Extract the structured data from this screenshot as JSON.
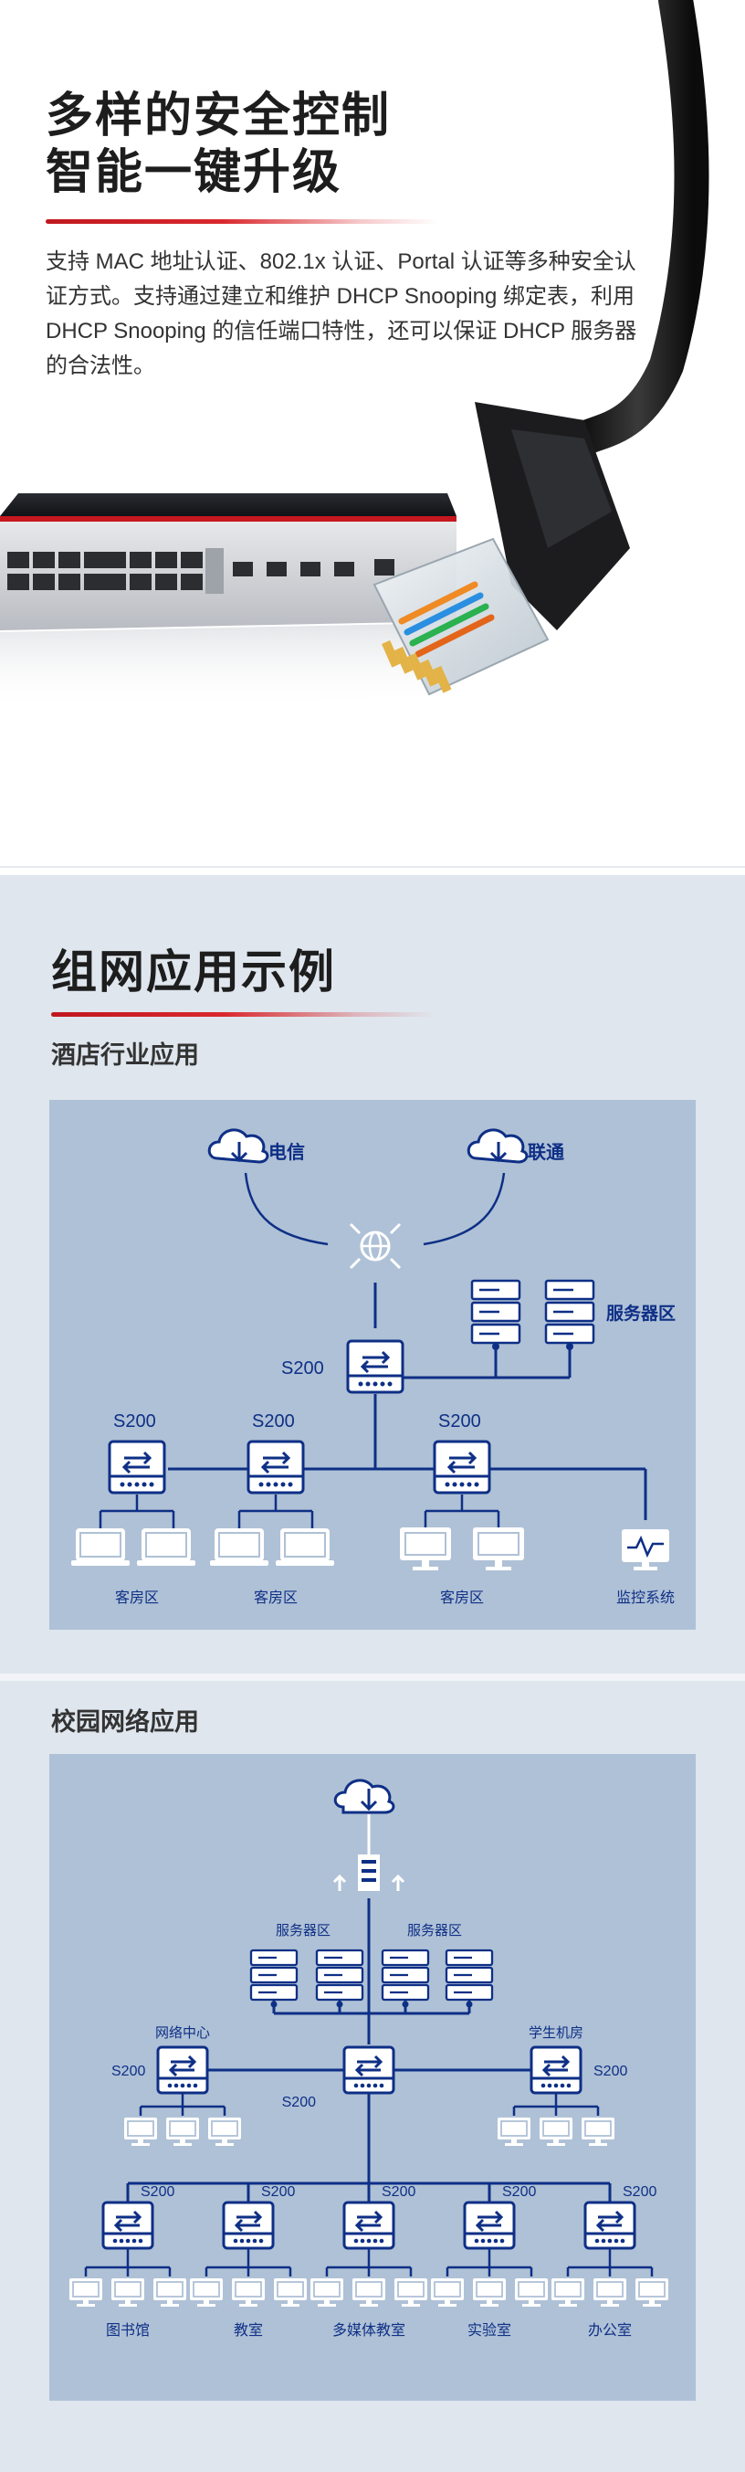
{
  "hero": {
    "title_line1": "多样的安全控制",
    "title_line2": "智能一键升级",
    "description": "支持 MAC 地址认证、802.1x 认证、Portal 认证等多种安全认证方式。支持通过建立和维护 DHCP Snooping 绑定表，利用 DHCP Snooping 的信任端口特性，还可以保证 DHCP 服务器的合法性。"
  },
  "section2": {
    "title": "组网应用示例",
    "hotel": {
      "heading": "酒店行业应用",
      "cloud_left": "电信",
      "cloud_right": "联通",
      "server_zone": "服务器区",
      "core_switch": "S200",
      "access_switches": [
        "S200",
        "S200",
        "S200"
      ],
      "zones": [
        "客房区",
        "客房区",
        "客房区",
        "监控系统"
      ]
    },
    "campus": {
      "heading": "校园网络应用",
      "server_zones": [
        "服务器区",
        "服务器区"
      ],
      "network_center": "网络中心",
      "student_lab": "学生机房",
      "left_switch": "S200",
      "right_switch": "S200",
      "core_switch": "S200",
      "access_switches": [
        "S200",
        "S200",
        "S200",
        "S200",
        "S200"
      ],
      "zones": [
        "图书馆",
        "教室",
        "多媒体教室",
        "实验室",
        "办公室"
      ]
    }
  },
  "colors": {
    "accent_red": "#d9282d",
    "diagram_navy": "#0e2f86",
    "panel_blue": "#afc1d6",
    "section_bg": "#dfe6ee"
  }
}
